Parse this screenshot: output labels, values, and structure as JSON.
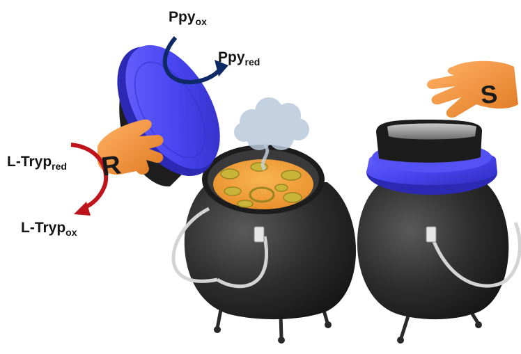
{
  "labels": {
    "ppy_ox": {
      "base": "Ppy",
      "sub": "ox"
    },
    "ppy_red": {
      "base": "Ppy",
      "sub": "red"
    },
    "ltryp_red": {
      "base": "L-Tryp",
      "sub": "red"
    },
    "ltryp_ox": {
      "base": "L-Tryp",
      "sub": "ox"
    }
  },
  "hand_letters": {
    "left": "R",
    "right": "S"
  },
  "colors": {
    "lid_blue": "#4a46f2",
    "arrow_dark_blue": "#0e2a66",
    "arrow_red": "#c0141c",
    "hand_orange": "#f2913a",
    "pot_black": "#2c2c2c",
    "broth_orange": "#f4a23c",
    "coin_yellow": "#c9b43a",
    "steam_blue": "#b9c9dc",
    "handle_gray": "#d4d4d4"
  }
}
